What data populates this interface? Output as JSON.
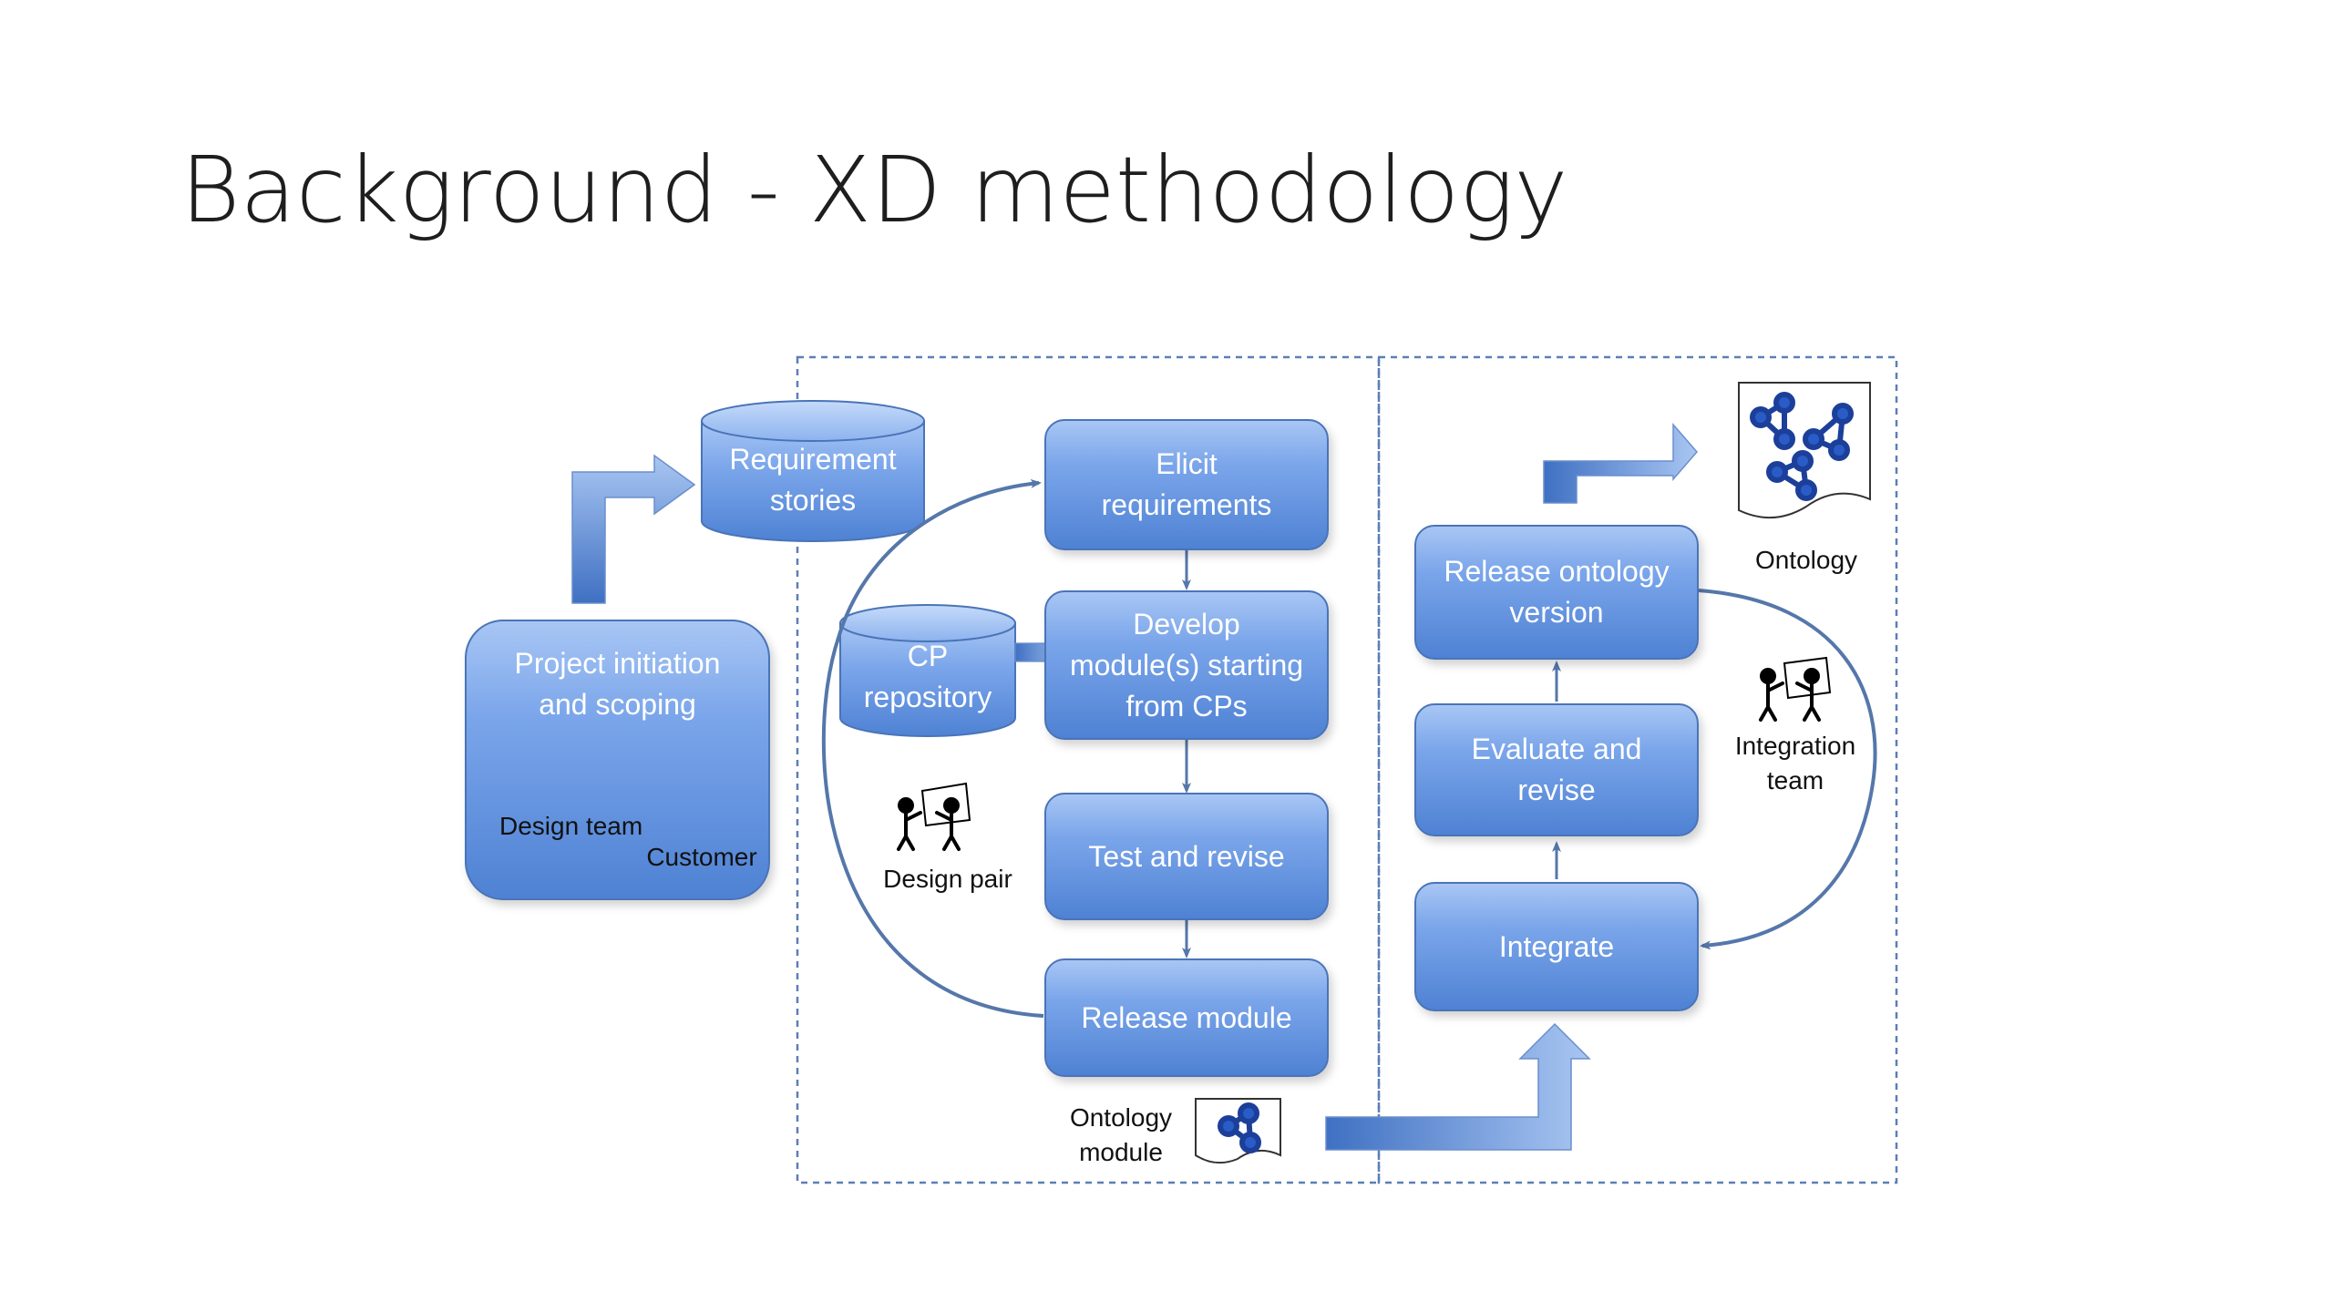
{
  "slide": {
    "title": "Background - XD methodology"
  },
  "diagram": {
    "project_box": "Project initiation and scoping",
    "design_team": "Design team",
    "customer": "Customer",
    "requirement_stories": "Requirement stories",
    "cp_repository": "CP repository",
    "elicit": "Elicit requirements",
    "develop": "Develop module(s) starting from CPs",
    "test": "Test and revise",
    "release_module": "Release module",
    "design_pair": "Design pair",
    "ontology_module": "Ontology module",
    "release_ontology": "Release ontology version",
    "evaluate": "Evaluate and revise",
    "integrate": "Integrate",
    "integration_team": "Integration team",
    "ontology": "Ontology"
  },
  "colors": {
    "box_fill": "#6f9ae3",
    "box_border": "#4a74b8",
    "arrow": "#4f7fc9",
    "connector": "#5577aa"
  }
}
